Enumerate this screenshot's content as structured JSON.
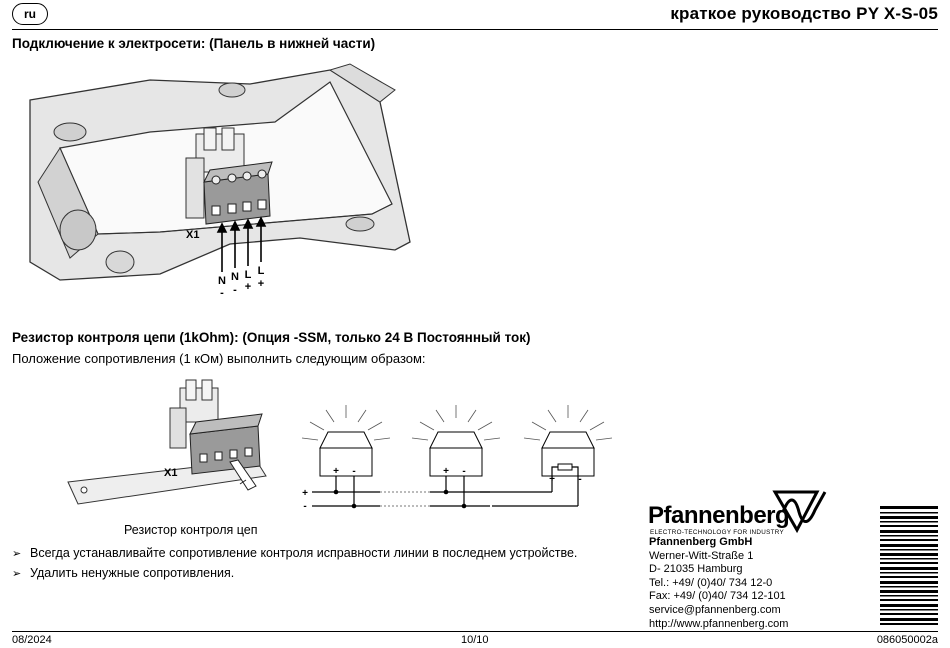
{
  "header": {
    "lang_badge": "ru",
    "title": "краткое руководство PY X-S-05"
  },
  "section1": {
    "heading": "Подключение к электросети: (Панель в нижней части)",
    "connector_label": "X1",
    "terminal_labels": [
      "N",
      "N",
      "L",
      "L"
    ],
    "polarity_labels": [
      "-",
      "-",
      "+",
      "+"
    ]
  },
  "section2": {
    "heading": "Резистор контроля цепи (1kOhm): (Опция -SSM, только 24 В Постоянный ток)",
    "intro": "Положение сопротивления (1 кОм) выполнить следующим образом:",
    "connector_label": "X1",
    "resistor_caption": "Резистор контроля цеп",
    "bus_labels": [
      "+",
      "-"
    ],
    "device_polarity": [
      "+",
      "-"
    ],
    "bullets": [
      "Всегда устанавливайте сопротивление контроля исправности линии в последнем устройстве.",
      "Удалить ненужные сопротивления."
    ]
  },
  "company": {
    "logo_name": "Pfannenberg",
    "logo_tagline": "ELECTRO-TECHNOLOGY FOR INDUSTRY",
    "name": "Pfannenberg GmbH",
    "street": "Werner-Witt-Straße 1",
    "city": "D- 21035 Hamburg",
    "tel": "Tel.: +49/ (0)40/ 734 12-0",
    "fax": "Fax: +49/ (0)40/ 734 12-101",
    "email": "service@pfannenberg.com",
    "web": "http://www.pfannenberg.com"
  },
  "footer": {
    "date": "08/2024",
    "page": "10/10",
    "doc_number": "086050002a"
  },
  "icons": [
    "bullet-arrow-icon",
    "pfannenberg-logo-icon",
    "barcode-icon"
  ]
}
